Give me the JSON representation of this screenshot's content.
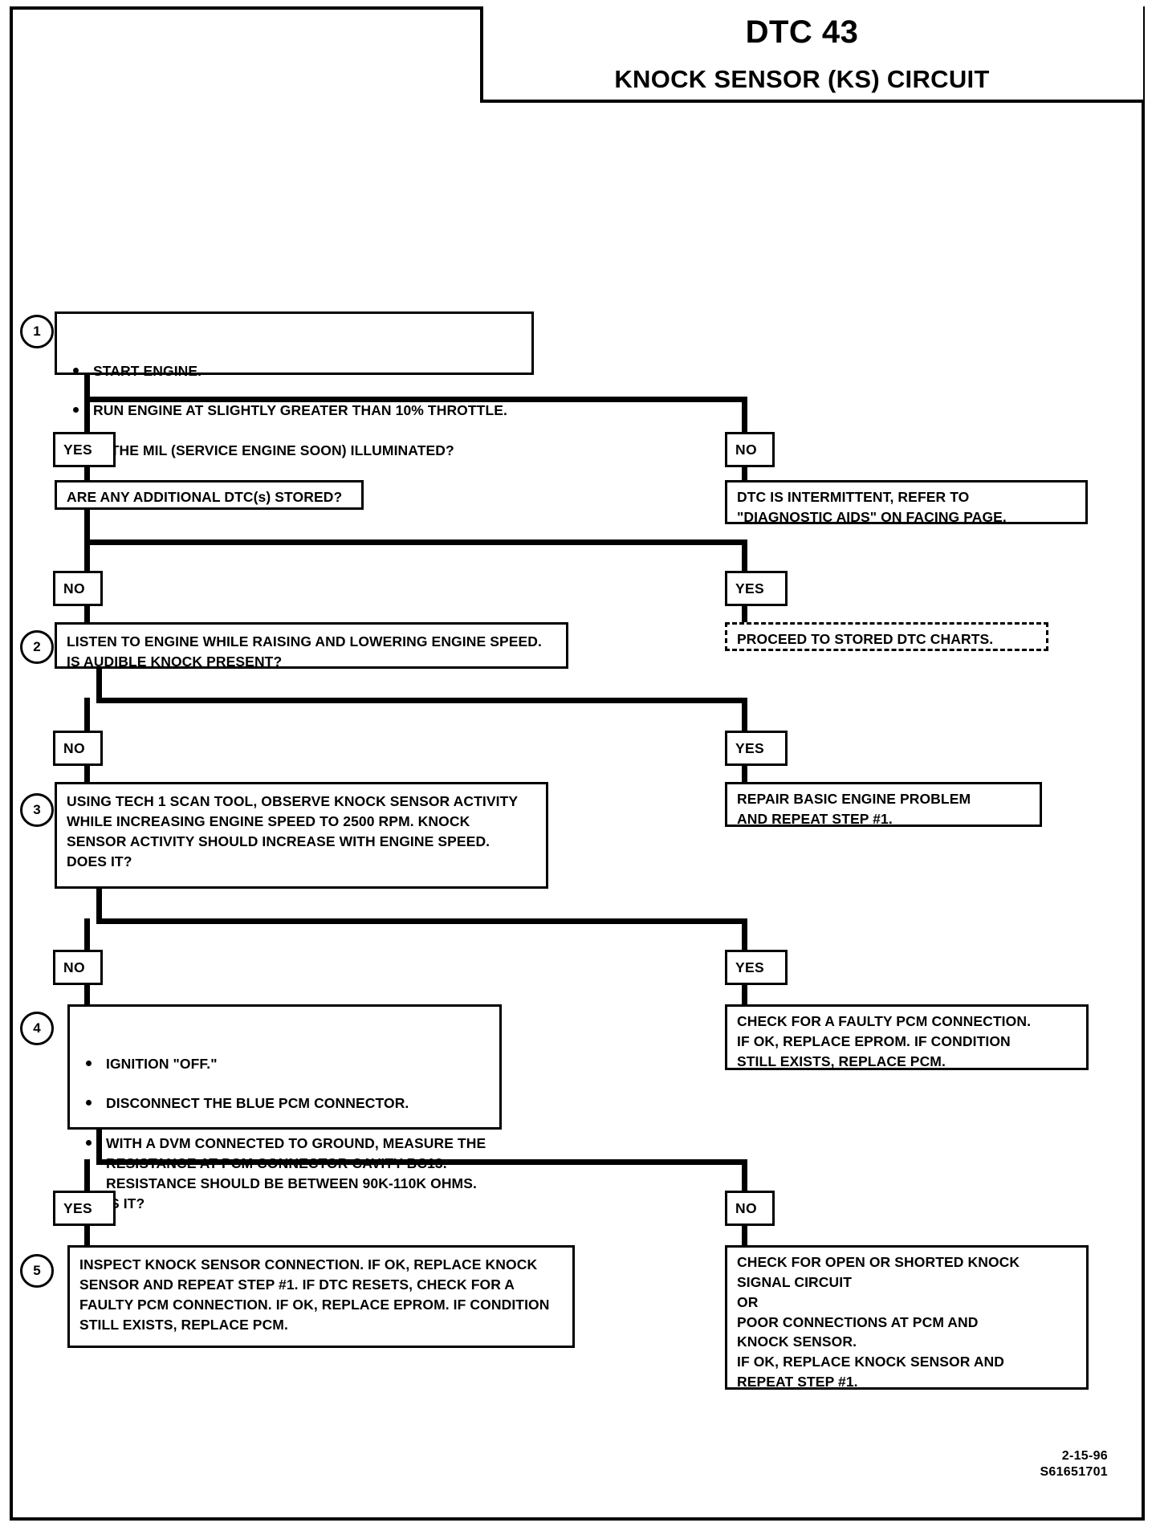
{
  "header": {
    "dtc_code": "DTC 43",
    "circuit_title": "KNOCK SENSOR (KS) CIRCUIT"
  },
  "steps": {
    "step1": {
      "number": "1",
      "bullet1": "START ENGINE.",
      "bullet2": "RUN ENGINE AT SLIGHTLY GREATER THAN 10% THROTTLE.",
      "bullet2_cont": "IS THE MIL (SERVICE ENGINE SOON) ILLUMINATED?"
    },
    "step2": {
      "number": "2",
      "text": "LISTEN TO ENGINE WHILE RAISING AND LOWERING ENGINE SPEED.\nIS AUDIBLE KNOCK PRESENT?"
    },
    "step3": {
      "number": "3",
      "text": "USING TECH 1 SCAN TOOL, OBSERVE KNOCK SENSOR ACTIVITY\nWHILE INCREASING ENGINE SPEED TO 2500 RPM.  KNOCK\nSENSOR ACTIVITY SHOULD INCREASE WITH ENGINE SPEED.\nDOES IT?"
    },
    "step4": {
      "number": "4",
      "bullet1": "IGNITION \"OFF.\"",
      "bullet2": "DISCONNECT THE BLUE PCM CONNECTOR.",
      "bullet3": "WITH A DVM CONNECTED TO GROUND, MEASURE THE\nRESISTANCE AT PCM CONNECTOR CAVITY BC13.\nRESISTANCE SHOULD BE BETWEEN 90K-110K OHMS.\nIS IT?"
    },
    "step5": {
      "number": "5",
      "text": "INSPECT KNOCK SENSOR CONNECTION.  IF OK, REPLACE KNOCK\nSENSOR AND REPEAT STEP #1.  IF DTC RESETS, CHECK FOR A\nFAULTY PCM CONNECTION.  IF OK, REPLACE EPROM.  IF CONDITION\nSTILL EXISTS, REPLACE PCM."
    }
  },
  "decisions": {
    "d1_yes": "YES",
    "d1_no": "NO",
    "d2_no": "NO",
    "d2_yes": "YES",
    "d3_no": "NO",
    "d3_yes": "YES",
    "d4_no": "NO",
    "d4_yes": "YES",
    "d5_yes": "YES",
    "d5_no": "NO"
  },
  "results": {
    "additional_dtc_question": "ARE ANY ADDITIONAL DTC(s) STORED?",
    "dtc_intermittent": "DTC IS INTERMITTENT,  REFER TO\n\"DIAGNOSTIC AIDS\" ON FACING PAGE.",
    "proceed_stored_charts": "PROCEED TO STORED DTC CHARTS.",
    "repair_basic_engine": "REPAIR BASIC ENGINE PROBLEM\nAND REPEAT STEP #1.",
    "check_faulty_pcm": "CHECK FOR A FAULTY PCM CONNECTION.\nIF OK, REPLACE EPROM.  IF CONDITION\nSTILL EXISTS, REPLACE PCM.",
    "check_open_shorted": "CHECK FOR OPEN OR SHORTED KNOCK\nSIGNAL CIRCUIT\nOR\nPOOR CONNECTIONS AT PCM AND\nKNOCK SENSOR.\nIF OK, REPLACE KNOCK SENSOR AND\nREPEAT STEP #1."
  },
  "footer": {
    "date": "2-15-96",
    "doc_id": "S61651701"
  }
}
